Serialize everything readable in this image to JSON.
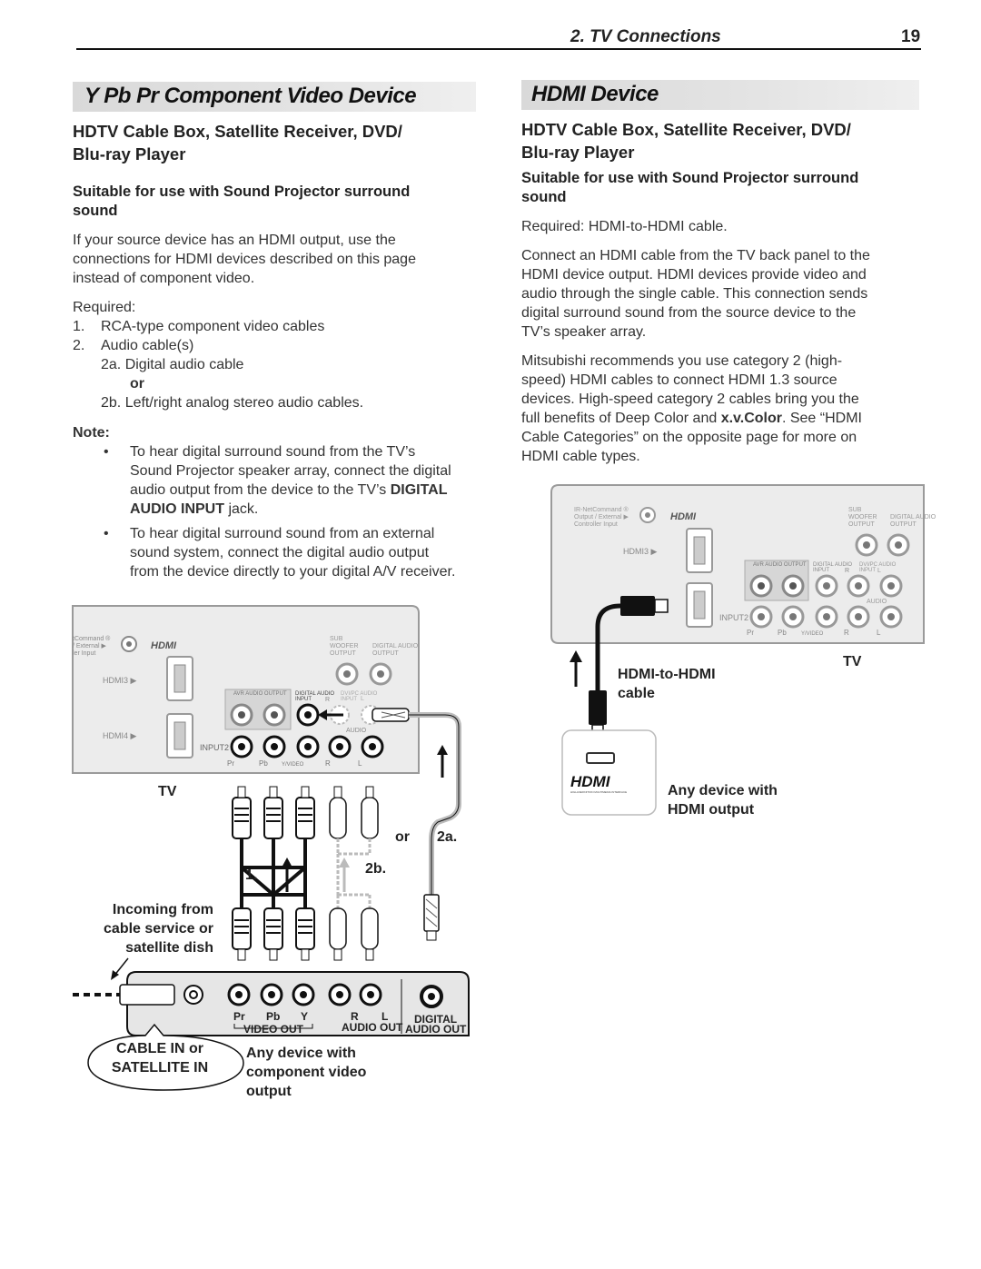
{
  "header": {
    "title": "2. TV Connections",
    "page": "19"
  },
  "left": {
    "section_title": "Y Pb Pr Component Video Device",
    "subtitle_line1": "HDTV Cable Box, Satellite Receiver, DVD/",
    "subtitle_line2": "Blu-ray Player",
    "suitable_line1": "Suitable for use with Sound Projector surround",
    "suitable_line2": "sound",
    "intro_lines": [
      "If your source device has an HDMI output, use the",
      "connections for HDMI devices described on this page",
      "instead of component video."
    ],
    "required_label": "Required:",
    "req1_num": "1.",
    "req1_text": "RCA-type component video cables",
    "req2_num": "2.",
    "req2_text": "Audio cable(s)",
    "req2a": "2a. Digital audio cable",
    "or": "or",
    "req2b": "2b. Left/right analog stereo audio cables.",
    "note_label": "Note:",
    "bullet1": [
      "To hear digital surround sound from the TV’s",
      "Sound Projector speaker array, connect the digital",
      "audio output from the device to the TV’s "
    ],
    "bullet1_bold1": "DIGITAL",
    "bullet1_bold2": "AUDIO INPUT",
    "bullet1_end": " jack.",
    "bullet2": [
      "To hear digital surround sound from an external",
      "sound system, connect the digital audio output",
      "from the device directly to your digital A/V receiver."
    ],
    "diagram": {
      "tv_label": "TV",
      "or_label": "or",
      "label_2a": "2a.",
      "label_1": "1.",
      "label_2b": "2b.",
      "incoming": [
        "Incoming from",
        "cable service or",
        "satellite dish"
      ],
      "cable_in": [
        "CABLE IN or",
        "SATELLITE IN"
      ],
      "device": [
        "Any device with",
        "component video",
        "output"
      ],
      "panel_netcommand": [
        "tCommand ®",
        "/ External ▶",
        "ler Input"
      ],
      "panel_hdmi_logo": "HDMI",
      "panel_hdmi3": "HDMI3 ▶",
      "panel_hdmi4": "HDMI4 ▶",
      "panel_sub": [
        "SUB",
        "WOOFER",
        "OUTPUT"
      ],
      "panel_digital_out": [
        "DIGITAL AUDIO",
        "OUTPUT"
      ],
      "panel_avr": "AVR AUDIO OUTPUT",
      "panel_digital_in": [
        "DIGITAL AUDIO",
        "INPUT"
      ],
      "panel_dvi": [
        "DVI/PC AUDIO",
        "INPUT"
      ],
      "panel_audio": "AUDIO",
      "panel_input2": "INPUT2",
      "panel_bottom_labels": [
        "Pr",
        "Pb",
        "Y/VIDEO",
        "R",
        "L"
      ],
      "panel_r": "R",
      "panel_l": "L",
      "dev_labels": [
        "Pr",
        "Pb",
        "Y",
        "R",
        "L"
      ],
      "dev_video_out": "VIDEO OUT",
      "dev_audio_out": "AUDIO OUT",
      "dev_digital": [
        "DIGITAL",
        "AUDIO OUT"
      ]
    }
  },
  "right": {
    "section_title": "HDMI Device",
    "subtitle_line1": "HDTV Cable Box, Satellite Receiver, DVD/",
    "subtitle_line2": "Blu-ray Player",
    "suitable_line1": "Suitable for use with Sound Projector surround",
    "suitable_line2": "sound",
    "required": "Required:  HDMI-to-HDMI cable.",
    "para1": [
      "Connect an HDMI cable from the TV back panel to the",
      "HDMI device output.  HDMI devices provide video and",
      "audio through the single cable.  This connection sends",
      "digital surround sound from the source device to the",
      "TV’s speaker array."
    ],
    "para2": [
      "Mitsubishi recommends you use category 2 (high-",
      "speed) HDMI cables to connect HDMI 1.3 source",
      "devices.  High-speed category 2 cables bring you the"
    ],
    "para2_line4_a": "full benefits of Deep Color and ",
    "para2_line4_b": "x.v.Color",
    "para2_line4_c": ".  See “HDMI",
    "para2_rest": [
      "Cable Categories” on  the opposite page for more on",
      "HDMI cable types."
    ],
    "diagram": {
      "tv_label": "TV",
      "cable_label": [
        "HDMI-to-HDMI",
        "cable"
      ],
      "device_label": [
        "Any device with",
        "HDMI output"
      ],
      "panel_netcommand": [
        "IR-NetCommand ®",
        "Output / External ▶",
        "Controller Input"
      ],
      "panel_hdmi_logo": "HDMI",
      "panel_hdmi3": "HDMI3 ▶",
      "panel_sub": [
        "SUB",
        "WOOFER",
        "OUTPUT"
      ],
      "panel_digital_out": [
        "DIGITAL AUDIO",
        "OUTPUT"
      ],
      "panel_avr": "AVR AUDIO OUTPUT",
      "panel_digital_in": [
        "DIGITAL AUDIO",
        "INPUT"
      ],
      "panel_dvi": [
        "DVI/PC AUDIO",
        "INPUT"
      ],
      "panel_audio": "AUDIO",
      "panel_input2": "INPUT2",
      "panel_bottom_labels": [
        "Pr",
        "Pb",
        "Y/VIDEO",
        "R",
        "L"
      ],
      "panel_r": "R",
      "panel_l": "L",
      "device_logo": "HDMI",
      "device_logo_sub": "HIGH-DEFINITION MULTIMEDIA INTERFACE"
    }
  }
}
